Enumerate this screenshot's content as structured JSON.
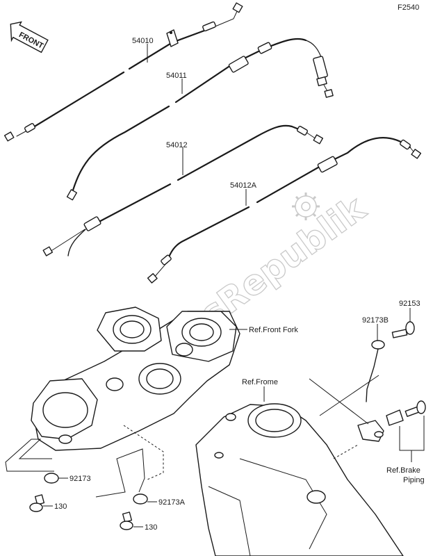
{
  "diagram_code": "F2540",
  "front_badge": "FRONT",
  "watermark": "PartsRepublik",
  "callouts": {
    "c54010": "54010",
    "c54011": "54011",
    "c54012": "54012",
    "c54012a": "54012A",
    "c92153": "92153",
    "c92173b": "92173B",
    "c92173": "92173",
    "c92173a": "92173A",
    "c130_left": "130",
    "c130_right": "130"
  },
  "refs": {
    "front_fork": "Ref.Front Fork",
    "frame": "Ref.Frome",
    "brake_line1": "Ref.Brake",
    "brake_line2": "Piping"
  }
}
